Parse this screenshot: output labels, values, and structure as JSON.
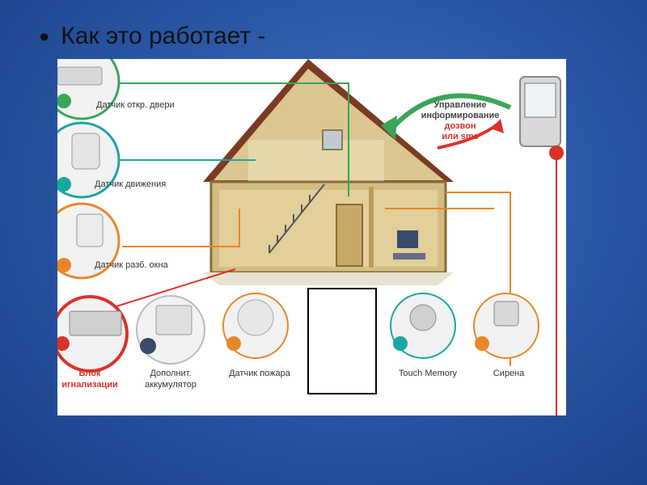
{
  "slide": {
    "bullet": "Как это работает -"
  },
  "diagram": {
    "labels": {
      "door_sensor": "Датчик откр. двери",
      "motion_sensor": "Датчик движения",
      "window_sensor": "Датчик разб. окна",
      "control_unit_line1": "Блок",
      "control_unit_line2": "игнализации",
      "battery_line1": "Дополнит.",
      "battery_line2": "аккумулятор",
      "fire_sensor": "Датчик пожара",
      "touch_memory": "Touch Memory",
      "siren": "Сирена",
      "control_line1": "Управление",
      "control_line2": "информирование",
      "control_line3": "дозвон",
      "control_line4": "или sms"
    },
    "colors": {
      "green": "#3aa55a",
      "orange": "#e8872a",
      "red": "#d9322b",
      "teal": "#1aa7a0",
      "wood": "#d9c38a",
      "roof": "#8a4a2a"
    }
  }
}
